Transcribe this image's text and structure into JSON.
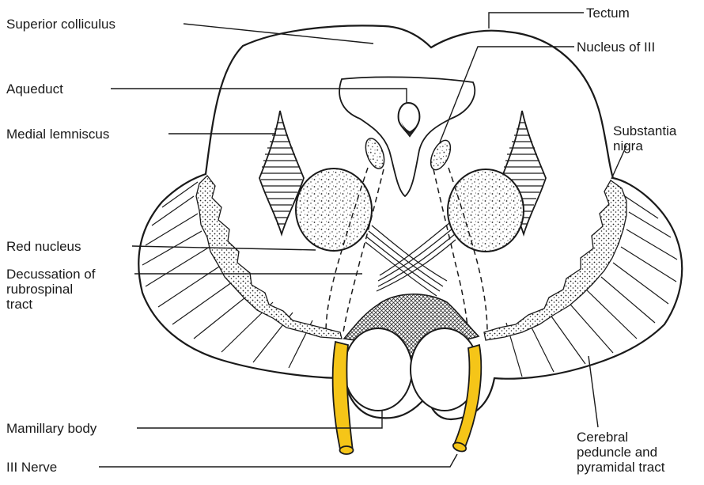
{
  "labels": {
    "tectum": "Tectum",
    "superior_colliculus": "Superior colliculus",
    "nucleus_of_III": "Nucleus of III",
    "aqueduct": "Aqueduct",
    "medial_lemniscus": "Medial lemniscus",
    "substantia_nigra": [
      "Substantia",
      "nigra"
    ],
    "red_nucleus": "Red nucleus",
    "decussation": [
      "Decussation of",
      "rubrospinal",
      "tract"
    ],
    "mamillary_body": "Mamillary body",
    "III_nerve": "III Nerve",
    "cerebral_peduncle": [
      "Cerebral",
      "peduncle and",
      "pyramidal tract"
    ]
  },
  "colors": {
    "line": "#1a1a1a",
    "nerve": "#f5c518",
    "background": "#ffffff"
  }
}
